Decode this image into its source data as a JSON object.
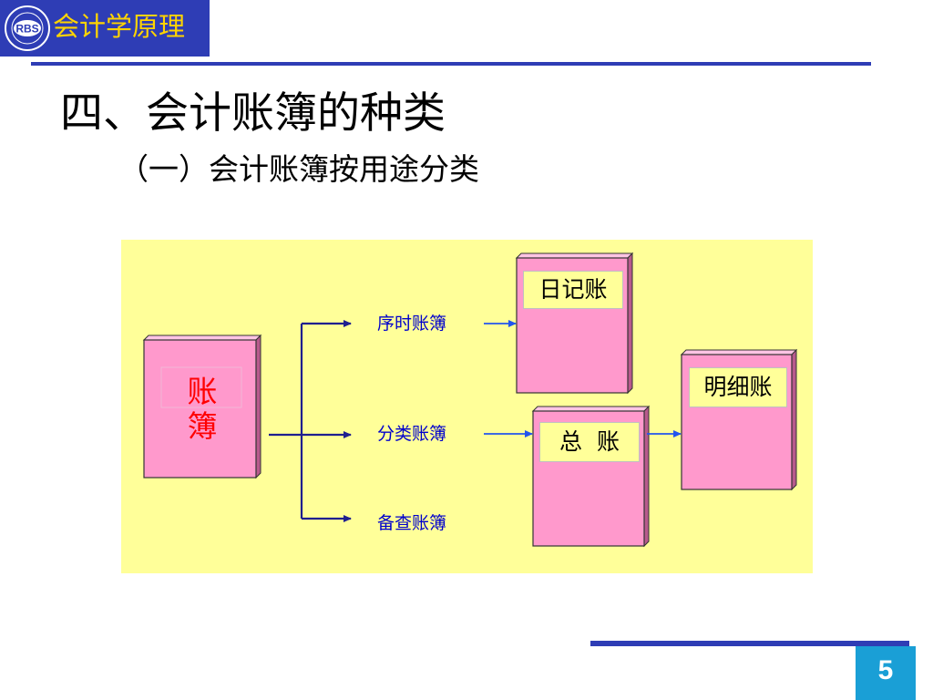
{
  "header": {
    "logo_text": "RBS",
    "course_title": "会计学原理"
  },
  "slide": {
    "title": "四、会计账簿的种类",
    "subtitle": "（一）会计账簿按用途分类"
  },
  "diagram": {
    "root_label": "账簿",
    "root_label_lines": [
      "账",
      "簿"
    ],
    "branches": [
      "序时账簿",
      "分类账簿",
      "备查账簿"
    ],
    "journal_label": "日记账",
    "general_ledger_label": "总  账",
    "detail_ledger_label": "明细账",
    "colors": {
      "background": "#ffff99",
      "book_fill": "#ff99cc",
      "connector": "#1f1f8f",
      "arrow_blue": "#2255ee"
    }
  },
  "footer": {
    "page_number": "5"
  }
}
